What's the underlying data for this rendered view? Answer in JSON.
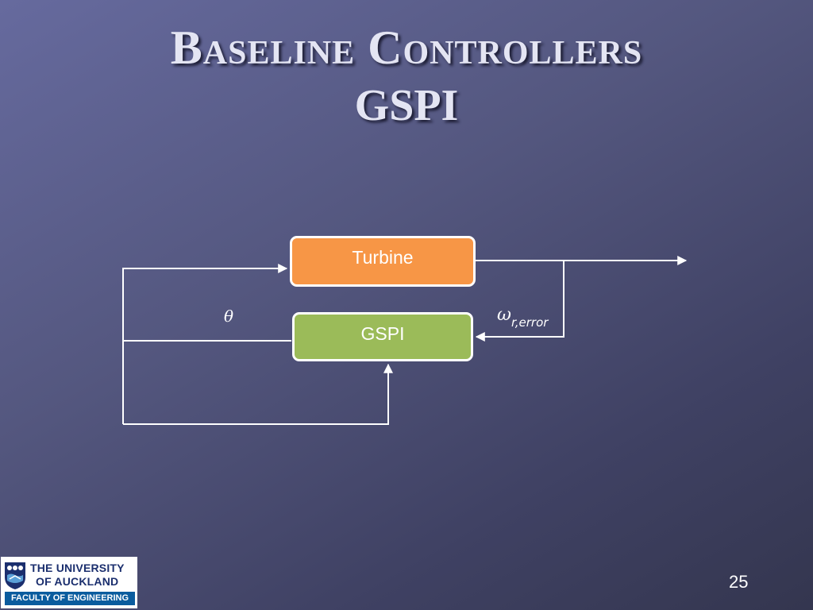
{
  "slide": {
    "title_line1": "Baseline Controllers",
    "title_line2": "GSPI",
    "page_number": "25"
  },
  "diagram": {
    "blocks": {
      "turbine": "Turbine",
      "gspi": "GSPI"
    },
    "signals": {
      "theta": "θ",
      "omega_symbol": "ω",
      "omega_subscript": "r,error"
    },
    "colors": {
      "turbine_fill": "#f79646",
      "gspi_fill": "#9bbb59",
      "line": "#ffffff"
    }
  },
  "logo": {
    "line1": "THE UNIVERSITY",
    "line2": "OF AUCKLAND",
    "band": "FACULTY OF ENGINEERING"
  }
}
